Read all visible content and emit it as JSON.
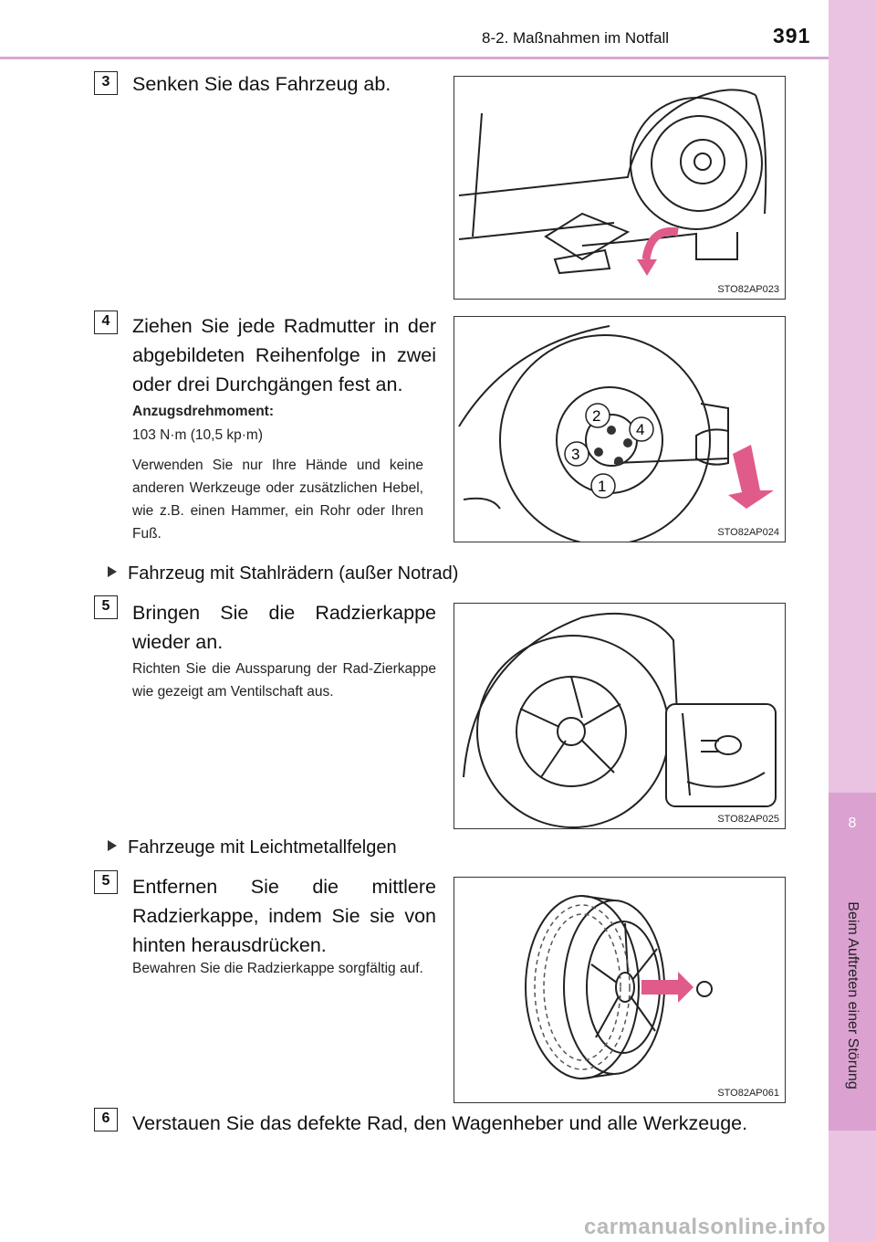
{
  "header": {
    "section": "8-2. Maßnahmen im Notfall",
    "page_number": "391"
  },
  "side_tab": {
    "chapter_number": "8",
    "chapter_title": "Beim Auftreten einer Störung"
  },
  "steps": [
    {
      "badge": "3",
      "lead": "Senken Sie das Fahrzeug ab.",
      "figure_code": "STO82AP023"
    },
    {
      "badge": "4",
      "lead": "Ziehen Sie jede Radmutter in der abgebildeten Reihenfolge in zwei oder drei Durchgängen fest an.",
      "torque_label": "Anzugsdrehmoment:",
      "torque_value": "103 N·m (10,5 kp·m)",
      "note": "Verwenden Sie nur Ihre Hände und keine anderen Werkzeuge oder zusätzlichen Hebel, wie z.B. einen Hammer, ein Rohr oder Ihren Fuß.",
      "figure_code": "STO82AP024",
      "nut_order": [
        "2",
        "4",
        "3",
        "1"
      ]
    },
    {
      "badge": "5",
      "bullet": "Fahrzeug mit Stahlrädern (außer Notrad)",
      "lead": "Bringen Sie die Radzierkappe wieder an.",
      "note": "Richten Sie die Aussparung der Rad-Zierkappe wie gezeigt am Ventilschaft aus.",
      "figure_code": "STO82AP025"
    },
    {
      "badge": "5",
      "bullet": "Fahrzeuge mit Leichtmetallfelgen",
      "lead": "Entfernen Sie die mittlere Radzierkappe, indem Sie sie von hinten herausdrücken.",
      "note": "Bewahren Sie die Radzierkappe sorgfältig auf.",
      "figure_code": "STO82AP061"
    },
    {
      "badge": "6",
      "lead": "Verstauen Sie das defekte Rad, den Wagenheber und alle Werkzeuge."
    }
  ],
  "watermark": "carmanualsonline.info",
  "colors": {
    "tab_light": "#e9c3e1",
    "tab_dark": "#dba1d1",
    "rule": "#d9a7cf",
    "arrow": "#e05a8a"
  }
}
